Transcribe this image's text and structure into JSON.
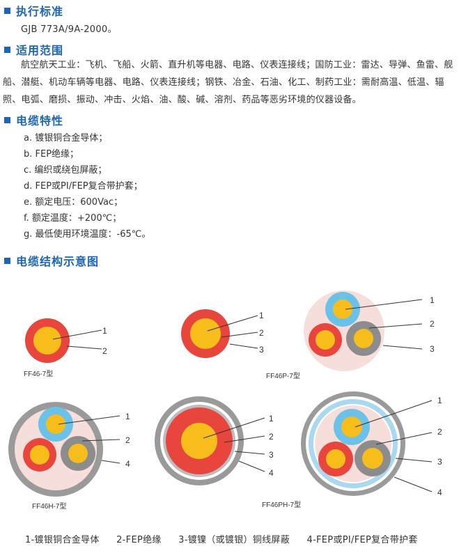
{
  "standard": {
    "title": "执行标准",
    "text": "GJB 773A/9A-2000。"
  },
  "scope": {
    "title": "适用范围",
    "text": "航空航天工业：飞机、飞船、火箭、直升机等电器、电路、仪表连接线；国防工业：雷达、导弹、鱼雷、舰船、潜艇、机动车辆等电器、电路、仪表连接线；钢铁、冶金、石油、化工、制药工业：需耐高温、低温、辐照、电弧、磨损、振动、冲击、火焰、油、酸、碱、溶剂、药品等恶劣环境的仪器设备。"
  },
  "features": {
    "title": "电缆特性",
    "items": [
      "a. 镀银铜合金导体；",
      "b. FEP绝缘；",
      "c. 编织或绕包屏蔽；",
      "d. FEP或PI/FEP复合带护套；",
      "e. 额定电压：600Vac；",
      "f. 额定温度：+200℃；",
      "g. 最低使用环境温度：-65℃。"
    ]
  },
  "structure": {
    "title": "电缆结构示意图",
    "diagrams": [
      {
        "caption": "FF46-7型",
        "labels": [
          "1",
          "2"
        ]
      },
      {
        "caption": "FF46P-7型",
        "labels": [
          "1",
          "2",
          "3"
        ]
      },
      {
        "caption": "",
        "labels": [
          "1",
          "2",
          "3"
        ]
      },
      {
        "caption": "FF46H-7型",
        "labels": [
          "1",
          "2",
          "4"
        ]
      },
      {
        "caption": "",
        "labels": [
          "1",
          "2",
          "3",
          "4"
        ]
      },
      {
        "caption": "FF46PH-7型",
        "labels": [
          "1",
          "2",
          "3",
          "4"
        ]
      }
    ],
    "legend": [
      "1-镀银铜合金导体",
      "2-FEP绝缘",
      "3-镀镍（或镀银）铜线屏蔽",
      "4-FEP或PI/FEP复合带护套"
    ]
  },
  "colors": {
    "heading": "#1e66b3",
    "conductor": "#f6bd1b",
    "insulation_red": "#e8453c",
    "insulation_blue": "#6cc1e8",
    "shield_gray": "#8c8c8c",
    "jacket_pink": "#f6dedb",
    "outer_gray": "#9a9a9a"
  }
}
